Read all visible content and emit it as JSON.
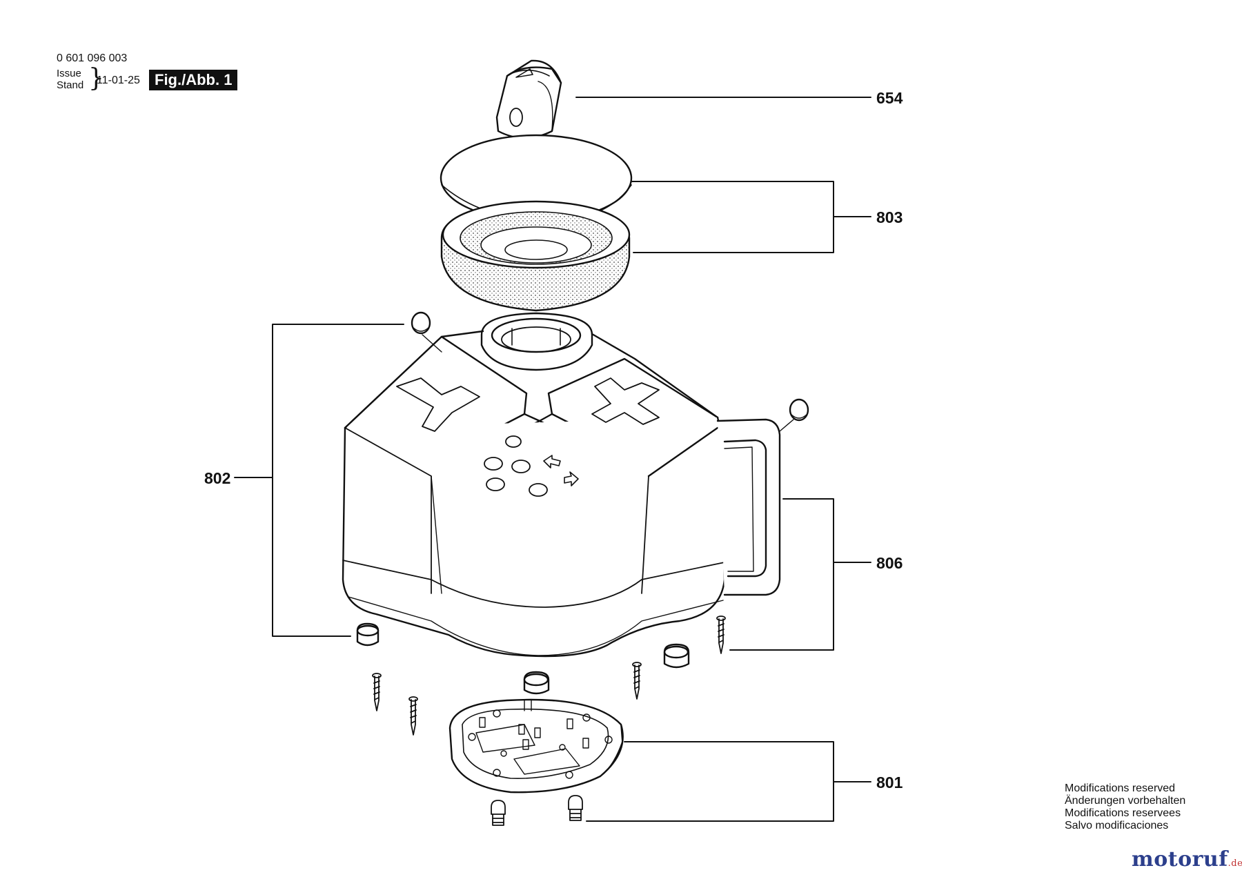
{
  "header": {
    "part_number": "0 601 096 003",
    "issue_label_1": "Issue",
    "issue_label_2": "Stand",
    "brace": "}",
    "issue_date": "11-01-25",
    "figure_label": "Fig./Abb. 1"
  },
  "callouts": {
    "c654": "654",
    "c803": "803",
    "c802": "802",
    "c806": "806",
    "c801": "801"
  },
  "notes": [
    "Modifications reserved",
    "Änderungen vorbehalten",
    "Modifications reservees",
    "Salvo modificaciones"
  ],
  "watermark": {
    "main": "motoruf",
    "suffix": ".de"
  },
  "housing_letters": {
    "left": "Y",
    "right": "X"
  },
  "colors": {
    "line": "#111111",
    "background": "#ffffff",
    "watermark": "#2c3f8c"
  }
}
